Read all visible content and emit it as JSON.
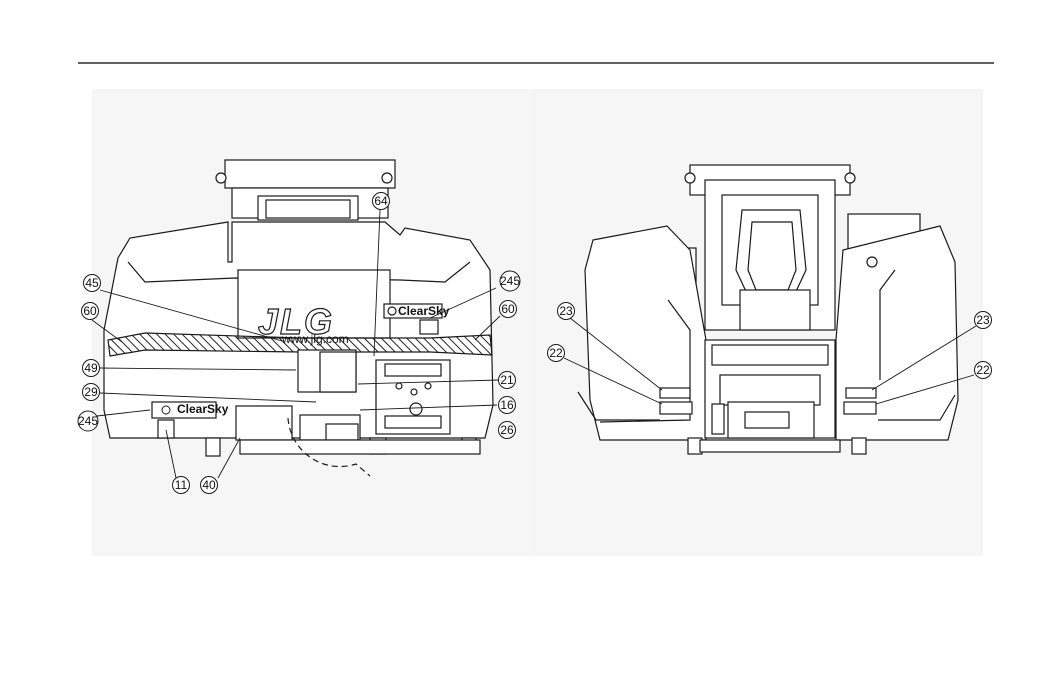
{
  "header_rule": true,
  "left_view": {
    "logo": "JLG",
    "url": "www.jlg.com",
    "decal_text": "ClearSky",
    "callouts": [
      {
        "id": "c-64",
        "label": "64"
      },
      {
        "id": "c-45",
        "label": "45"
      },
      {
        "id": "c-245a",
        "label": "245"
      },
      {
        "id": "c-60a",
        "label": "60"
      },
      {
        "id": "c-60b",
        "label": "60"
      },
      {
        "id": "c-49",
        "label": "49"
      },
      {
        "id": "c-21",
        "label": "21"
      },
      {
        "id": "c-29",
        "label": "29"
      },
      {
        "id": "c-16",
        "label": "16"
      },
      {
        "id": "c-245b",
        "label": "245"
      },
      {
        "id": "c-26",
        "label": "26"
      },
      {
        "id": "c-11",
        "label": "11"
      },
      {
        "id": "c-40",
        "label": "40"
      }
    ]
  },
  "right_view": {
    "callouts": [
      {
        "id": "r-23a",
        "label": "23"
      },
      {
        "id": "r-22a",
        "label": "22"
      },
      {
        "id": "r-23b",
        "label": "23"
      },
      {
        "id": "r-22b",
        "label": "22"
      }
    ]
  },
  "colors": {
    "line": "#1a1a1a",
    "stripe": "#555555",
    "frame": "#eeeeee"
  }
}
